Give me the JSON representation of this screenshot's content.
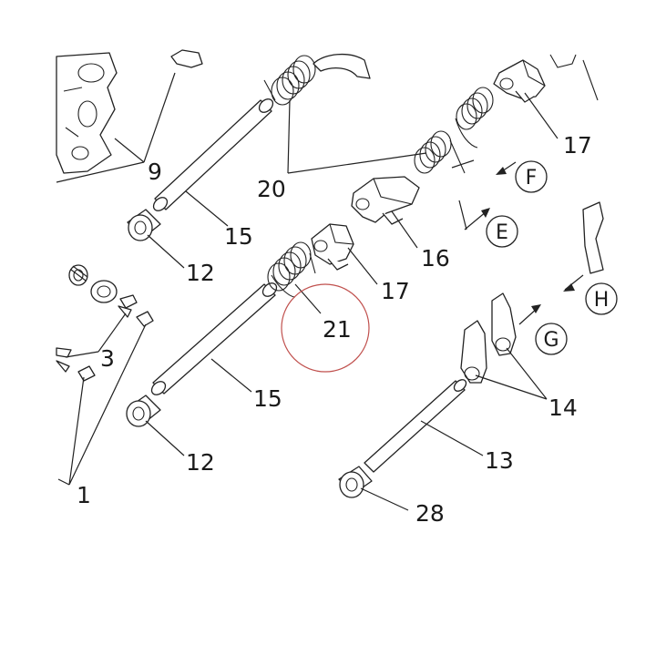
{
  "colors": {
    "line": "#222222",
    "highlight_circle": "#c0504d",
    "background": "#ffffff"
  },
  "callouts": {
    "c1": "1",
    "c3": "3",
    "c9": "9",
    "c12a": "12",
    "c12b": "12",
    "c13": "13",
    "c14": "14",
    "c15a": "15",
    "c15b": "15",
    "c16": "16",
    "c17a": "17",
    "c17b": "17",
    "c20": "20",
    "c21": "21",
    "c28": "28"
  },
  "view_letters": {
    "e": "E",
    "f": "F",
    "g": "G",
    "h": "H"
  },
  "highlight": {
    "target": "21",
    "shape": "circle"
  }
}
